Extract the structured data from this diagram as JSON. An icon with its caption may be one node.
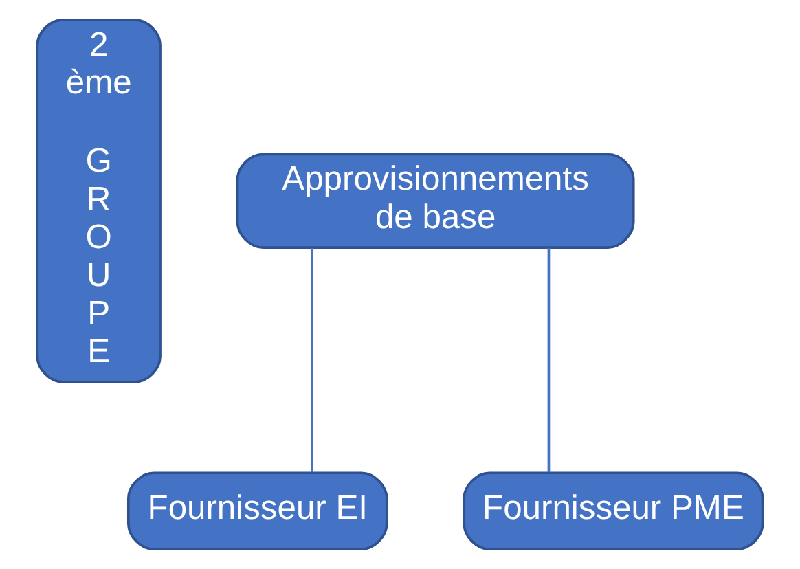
{
  "diagram": {
    "nodes": [
      {
        "text": [
          "2 ème",
          "G R O U P E"
        ]
      },
      {
        "text": [
          "Approvisionnements de base"
        ]
      },
      {
        "text": [
          "Fournisseur EI"
        ]
      },
      {
        "text": [
          "Fournisseur PME"
        ]
      }
    ],
    "edges": [
      {
        "from": 1,
        "to": 2,
        "arrow": "none"
      },
      {
        "from": 1,
        "to": 3,
        "arrow": "none"
      }
    ]
  }
}
